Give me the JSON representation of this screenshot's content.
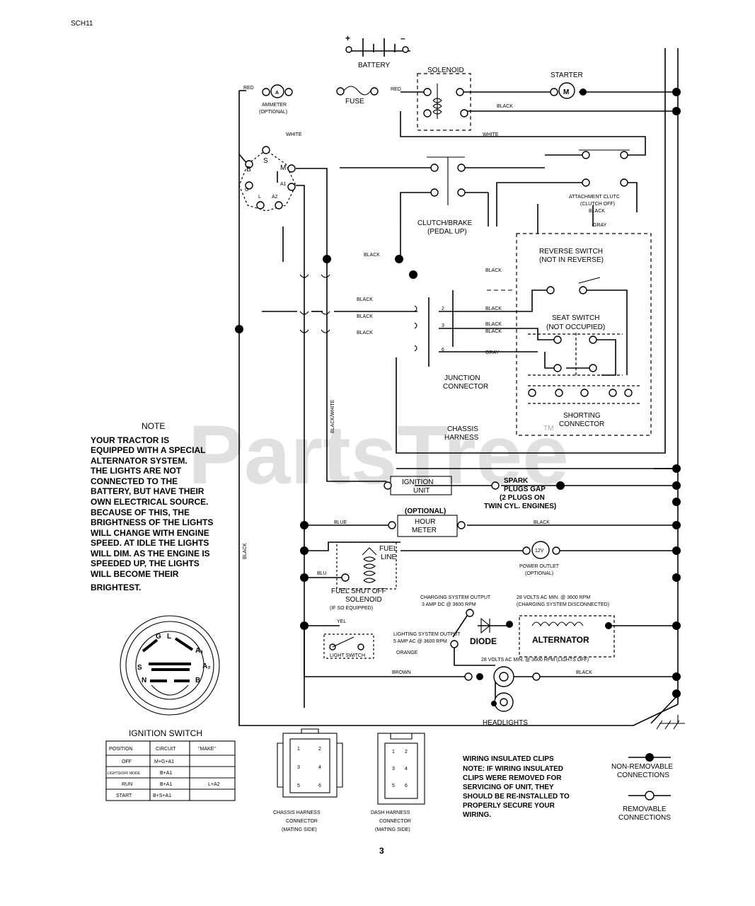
{
  "page": {
    "code": "SCH11",
    "number": "3"
  },
  "watermark": {
    "text": "PartsTree",
    "tm": "TM"
  },
  "labels": {
    "battery": "BATTERY",
    "plus": "+",
    "minus": "–",
    "solenoid": "SOLENOID",
    "starter": "STARTER",
    "starter_m": "M",
    "ammeter": "AMMETER",
    "ammeter_optional": "(OPTIONAL)",
    "ammeter_a": "A",
    "fuse": "FUSE",
    "clutch_brake": "CLUTCH/BRAKE",
    "clutch_brake_sub": "(PEDAL UP)",
    "attachment_clutch": "ATTACHMENT CLUTC",
    "attachment_clutch_sub": "(CLUTCH OFF)",
    "reverse_switch": "REVERSE SWITCH",
    "reverse_switch_sub": "(NOT IN REVERSE)",
    "seat_switch": "SEAT SWITCH",
    "seat_switch_sub": "(NOT OCCUPIED)",
    "junction_connector": "JUNCTION",
    "junction_connector_sub": "CONNECTOR",
    "shorting_connector": "SHORTING",
    "shorting_connector_sub": "CONNECTOR",
    "chassis_harness": "CHASSIS",
    "chassis_harness_sub": "HARNESS",
    "ignition_unit": "IGNITION",
    "ignition_unit_sub": "UNIT",
    "spark_plugs": "SPARK",
    "spark_plugs_2": "PLUGS GAP",
    "spark_plugs_3": "(2 PLUGS ON",
    "spark_plugs_4": "TWIN CYL. ENGINES)",
    "optional": "(OPTIONAL)",
    "hour_meter": "HOUR",
    "hour_meter_sub": "METER",
    "fuel_line": "FUEL",
    "fuel_line_sub": "LINE",
    "fuel_solenoid": "FUEL SHUT OFF",
    "fuel_solenoid_2": "SOLENOID",
    "fuel_solenoid_3": "(IF SO EQUIPPED)",
    "power_outlet": "POWER OUTLET",
    "power_outlet_sub": "(OPTIONAL)",
    "power_outlet_v": "12V",
    "charging_output": "CHARGING SYSTEM OUTPUT",
    "charging_output_2": "3 AMP DC @ 3600 RPM",
    "lighting_output": "LIGHTING SYSTEM OUTPUT",
    "lighting_output_2": "5 AMP AC @ 3600 RPM",
    "ac_volts_top": "28 VOLTS AC MIN. @ 3600 RPM",
    "ac_volts_top_2": "(CHARGING SYSTEM DISCONNECTED)",
    "ac_volts_bottom": "28 VOLTS AC MIN. @ 3600 RPM (LIGHTS OFF)",
    "diode": "DIODE",
    "alternator": "ALTERNATOR",
    "light_switch": "LIGHT SWITCH",
    "headlights": "HEADLIGHTS",
    "ignition_switch": "IGNITION SWITCH"
  },
  "wire_colors": {
    "red": "RED",
    "white": "WHITE",
    "black": "BLACK",
    "gray": "GRAY",
    "blue": "BLUE",
    "brown": "BROWN",
    "orange": "ORANGE",
    "black_white": "BLACK/WHITE",
    "yellow": "YEL",
    "blu": "BLU"
  },
  "terminals": {
    "b": "B",
    "s": "S",
    "m": "M",
    "g": "G",
    "l": "L",
    "a1": "A1",
    "a2": "A2",
    "n": "N"
  },
  "junction_pins": {
    "p2": "2",
    "p3": "3",
    "p6": "6"
  },
  "ignition_face": {
    "g": "G",
    "l": "L",
    "a1": "A₁",
    "s": "S",
    "a2": "A₂",
    "n": "N",
    "b": "B"
  },
  "note": {
    "title": "NOTE",
    "lines": [
      "YOUR TRACTOR IS",
      "EQUIPPED WITH A SPECIAL",
      "ALTERNATOR SYSTEM.",
      "THE LIGHTS ARE NOT",
      "CONNECTED TO THE",
      "BATTERY, BUT HAVE THEIR",
      "OWN ELECTRICAL SOURCE.",
      "BECAUSE OF THIS, THE",
      "BRIGHTNESS OF THE LIGHTS",
      "WILL CHANGE WITH ENGINE",
      "SPEED.  AT IDLE THE LIGHTS",
      "WILL DIM.  AS THE ENGINE IS",
      "SPEEDED UP, THE LIGHTS",
      "WILL BECOME THEIR",
      "BRIGHTEST."
    ]
  },
  "ignition_table": {
    "headers": [
      "POSITION",
      "CIRCUIT",
      "\"MAKE\""
    ],
    "rows": [
      [
        "OFF",
        "M+G+A1",
        ""
      ],
      [
        "LIGHTS/OFF MODE",
        "B+A1",
        ""
      ],
      [
        "RUN",
        "B+A1",
        "L+A2"
      ],
      [
        "START",
        "B+S+A1",
        ""
      ]
    ]
  },
  "connectors": {
    "chassis": {
      "lines": [
        "CHASSIS HARNESS",
        "CONNECTOR",
        "(MATING SIDE)"
      ],
      "pins": [
        "1",
        "2",
        "3",
        "4",
        "5",
        "6"
      ]
    },
    "dash": {
      "lines": [
        "DASH HARNESS",
        "CONNECTOR",
        "(MATING SIDE)"
      ],
      "pins": [
        "1",
        "2",
        "3",
        "4",
        "5",
        "6"
      ]
    }
  },
  "clips_note": {
    "lines": [
      "WIRING INSULATED CLIPS",
      "NOTE: IF WIRING INSULATED",
      "CLIPS WERE REMOVED FOR",
      "SERVICING OF UNIT, THEY",
      "SHOULD BE RE-INSTALLED TO",
      "PROPERLY SECURE YOUR",
      "WIRING."
    ]
  },
  "legend": {
    "non_removable": [
      "NON-REMOVABLE",
      "CONNECTIONS"
    ],
    "removable": [
      "REMOVABLE",
      "CONNECTIONS"
    ]
  }
}
